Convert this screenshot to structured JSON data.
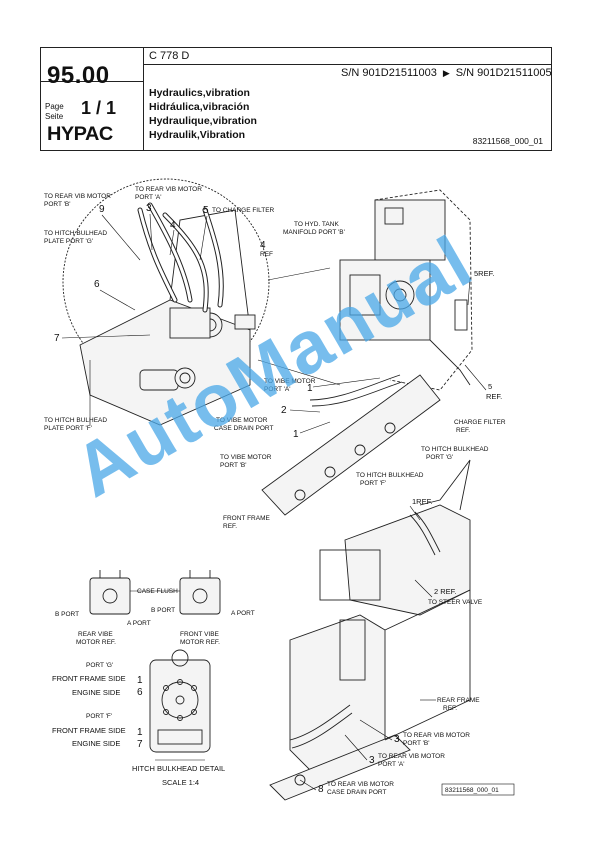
{
  "header": {
    "model": "C 778 D",
    "serial_from": "S/N 901D21511003",
    "serial_to": "S/N 901D21511005",
    "section_number": "95.00",
    "page_label_en": "Page",
    "page_label_de": "Seite",
    "page_number": "1 / 1",
    "brand": "HYPAC",
    "titles": [
      "Hydraulics,vibration",
      "Hidráulica,vibración",
      "Hydraulique,vibration",
      "Hydraulik,Vibration"
    ],
    "doc_code": "83211568_000_01"
  },
  "callouts_top": {
    "to_rear_vib_b": "TO REAR VIB MOTOR",
    "to_rear_vib_b2": "PORT 'B'",
    "to_rear_vib_a": "TO REAR VIB MOTOR",
    "to_rear_vib_a2": "PORT 'A'",
    "to_charge_filter": "TO CHARGE FILTER",
    "to_hitch_g": "TO HITCH BULHEAD",
    "to_hitch_g2": "PLATE PORT 'G'",
    "to_hyd_tank": "TO HYD. TANK",
    "to_hyd_tank2": "MANIFOLD PORT 'B'",
    "ref4": "REF",
    "to_hitch_f": "TO HITCH BULHEAD",
    "to_hitch_f2": "PLATE PORT 'F'",
    "to_vibe_a": "TO VIBE MOTOR",
    "to_vibe_a2": "PORT 'A'",
    "to_vibe_case": "TO VIBE MOTOR",
    "to_vibe_case2": "CASE DRAIN PORT",
    "to_vibe_b": "TO VIBE MOTOR",
    "to_vibe_b2": "PORT 'B'",
    "to_hitch_bulkhead_f": "TO HITCH BULKHEAD",
    "to_hitch_bulkhead_f2": "PORT 'F'",
    "to_hitch_bulkhead_g": "TO HITCH BULKHEAD",
    "to_hitch_bulkhead_g2": "PORT 'G'",
    "charge_filter_ref": "CHARGE FILTER",
    "charge_filter_ref2": "REF.",
    "front_frame_ref": "FRONT FRAME",
    "front_frame_ref2": "REF.",
    "ref5a": "5REF.",
    "ref5b": "5",
    "ref5b2": "REF.",
    "n9": "9",
    "n3": "3",
    "n4": "4",
    "n5": "5",
    "n6": "6",
    "n7": "7",
    "n4b": "4",
    "n1": "1",
    "n2": "2",
    "n1b": "1"
  },
  "callouts_bottom": {
    "case_flush": "CASE FLUSH",
    "b_port_l": "B PORT",
    "a_port_l": "A PORT",
    "b_port_r": "B PORT",
    "a_port_r": "A PORT",
    "rear_vibe": "REAR VIBE",
    "rear_vibe2": "MOTOR REF.",
    "front_vibe": "FRONT VIBE",
    "front_vibe2": "MOTOR REF.",
    "port_g": "PORT 'G'",
    "front_frame_side_g": "FRONT FRAME SIDE",
    "engine_side_g": "ENGINE SIDE",
    "port_f": "PORT 'F'",
    "front_frame_side_f": "FRONT FRAME SIDE",
    "engine_side_f": "ENGINE SIDE",
    "g_n1": "1",
    "g_n6": "6",
    "f_n1": "1",
    "f_n7": "7",
    "hitch_detail": "HITCH BULKHEAD DETAIL",
    "scale": "SCALE 1:4",
    "ref1": "1REF.",
    "ref2": "2 REF.",
    "to_steer": "TO STEER VALVE",
    "rear_frame": "REAR FRAME",
    "rear_frame2": "REF.",
    "n3b": "3",
    "to_rear_b": "TO REAR VIB MOTOR",
    "to_rear_b2": "PORT 'B'",
    "n3a": "3",
    "to_rear_a": "TO REAR VIB MOTOR",
    "to_rear_a2": "PORT 'A'",
    "n8": "8",
    "to_rear_case": "TO REAR VIB MOTOR",
    "to_rear_case2": "CASE DRAIN PORT",
    "drawing_code": "83211568_000_01"
  },
  "watermark": "AutoManual"
}
